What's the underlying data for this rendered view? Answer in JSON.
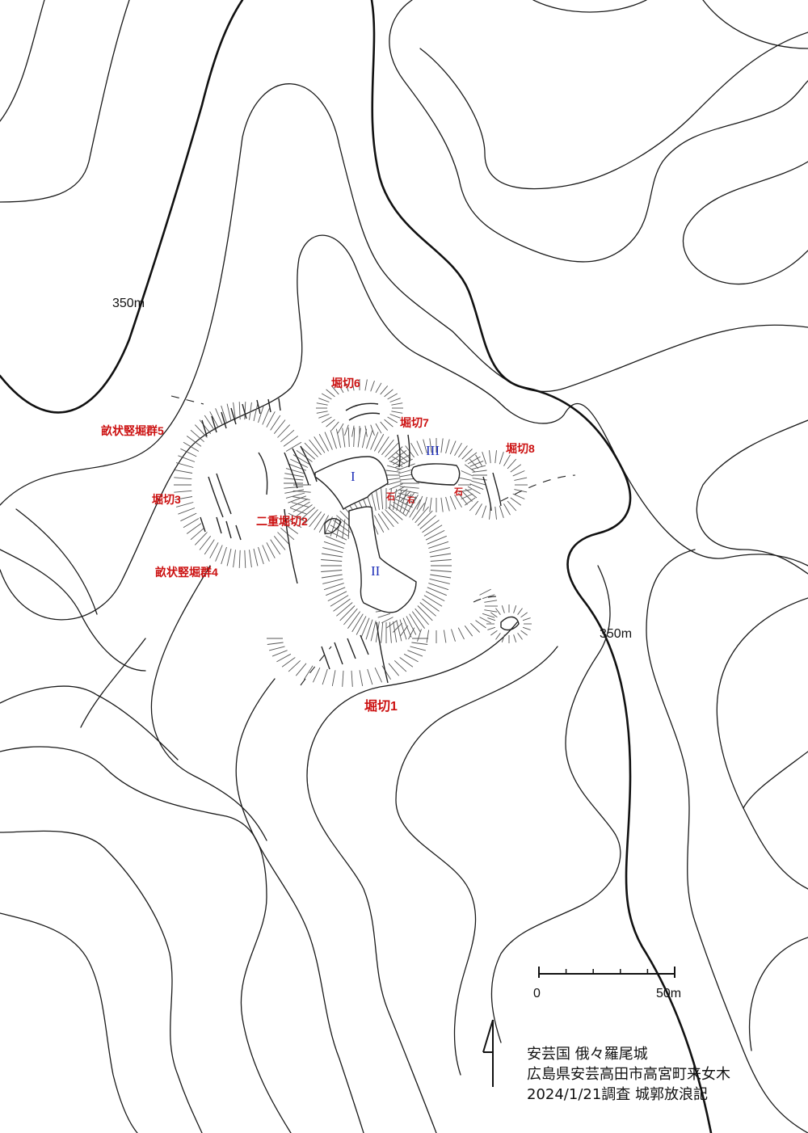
{
  "map": {
    "contour_labels": [
      "350m",
      "350m"
    ],
    "labels": {
      "kiri1": "堀切1",
      "kiri2": "二重堀切2",
      "kiri3": "堀切3",
      "tate4": "畝状竪堀群4",
      "tate5": "畝状竪堀群5",
      "kiri6": "堀切6",
      "kiri7": "堀切7",
      "kiri8": "堀切8"
    },
    "enclosures": [
      "I",
      "II",
      "III"
    ],
    "stones": [
      "石",
      "石",
      "石"
    ],
    "scale": {
      "start": "0",
      "end": "50m"
    },
    "info": {
      "line1": "安芸国 俄々羅尾城",
      "line2": "広島県安芸高田市高宮町来女木",
      "line3": "2024/1/21調査 城郭放浪記"
    },
    "colors": {
      "label_red": "#cc1111",
      "enclosure_blue": "#1e2fb8",
      "ink": "#111111"
    }
  }
}
